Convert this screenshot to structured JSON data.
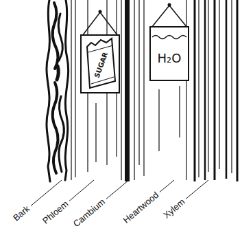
{
  "diagram": {
    "nodes": [
      {
        "text": [
          "SUGAR"
        ]
      },
      {
        "text": [
          "H₂O"
        ]
      }
    ],
    "labels": [
      "Bark",
      "Phloem",
      "Cambium",
      "Heartwood",
      "Xylem"
    ]
  }
}
